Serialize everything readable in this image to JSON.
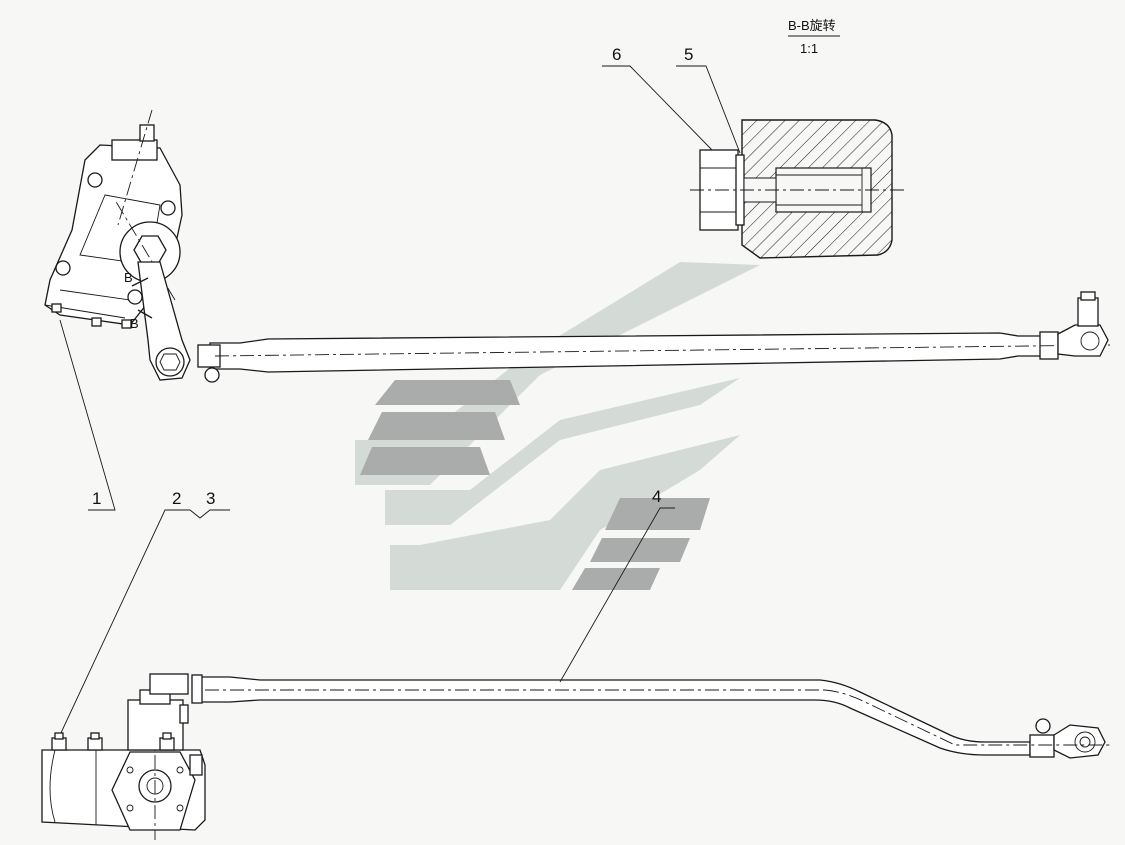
{
  "section_view": {
    "title": "B-B旋转",
    "scale": "1:1",
    "section_marker": "B"
  },
  "callouts": [
    {
      "number": "1"
    },
    {
      "number": "2"
    },
    {
      "number": "3"
    },
    {
      "number": "4"
    },
    {
      "number": "5"
    },
    {
      "number": "6"
    }
  ],
  "watermark": {
    "colors": {
      "light": "#cfd6d1",
      "mid": "#b9bdba",
      "dark": "#9ea19f"
    }
  }
}
